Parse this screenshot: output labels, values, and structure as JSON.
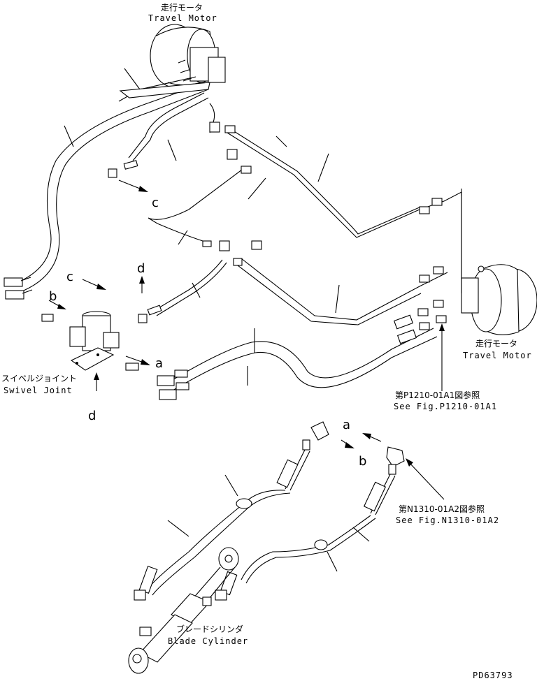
{
  "travel_motor_top": {
    "jp": "走行モータ",
    "en": "Travel Motor"
  },
  "travel_motor_right": {
    "jp": "走行モータ",
    "en": "Travel Motor"
  },
  "swivel_joint": {
    "jp": "スイベルジョイント",
    "en": "Swivel Joint"
  },
  "blade_cylinder": {
    "jp": "ブレードシリンダ",
    "en": "Blade Cylinder"
  },
  "fig_ref_1": {
    "jp": "第P1210-01A1図参照",
    "en": "See Fig.P1210-01A1"
  },
  "fig_ref_2": {
    "jp": "第N1310-01A2図参照",
    "en": "See Fig.N1310-01A2"
  },
  "refs": {
    "a1": "a",
    "a2": "a",
    "b1": "b",
    "b2": "b",
    "c1": "c",
    "c2": "c",
    "d1": "d",
    "d2": "d"
  },
  "drawing_code": "PD63793",
  "colors": {
    "line": "#000000",
    "background": "#ffffff"
  }
}
